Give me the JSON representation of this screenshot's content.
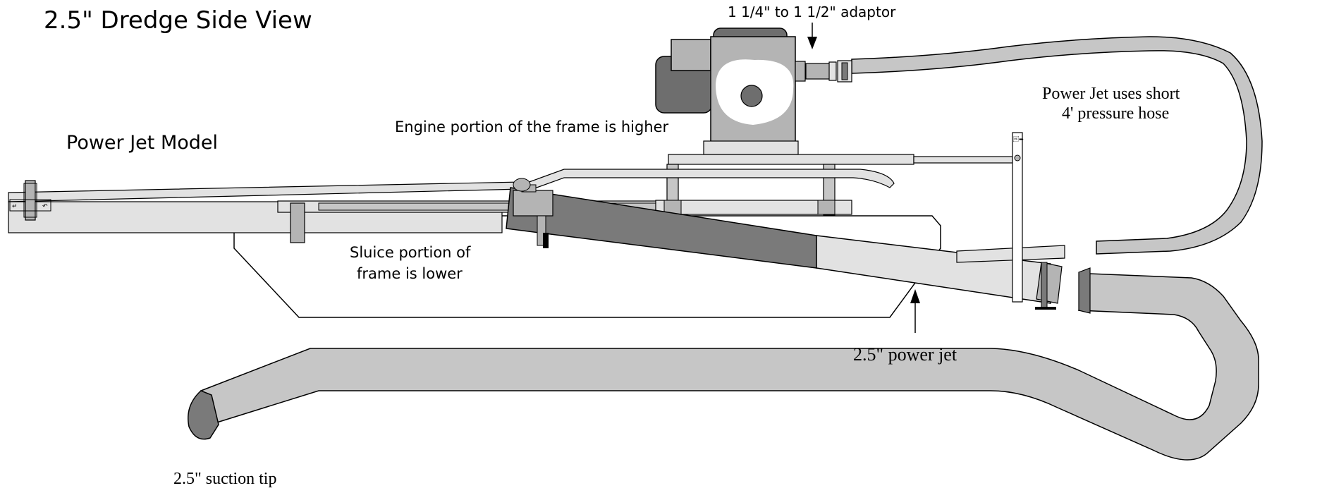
{
  "title": "2.5\" Dredge Side View",
  "model_label": "Power Jet Model",
  "callouts": {
    "adaptor": "1 1/4\" to 1 1/2\" adaptor",
    "engine_frame": "Engine portion of the frame is higher",
    "sluice_frame_line1": "Sluice portion of",
    "sluice_frame_line2": "frame is lower",
    "pressure_hose_line1": "Power Jet uses short",
    "pressure_hose_line2": "4' pressure hose",
    "power_jet": "2.5\" power jet",
    "suction_tip": "2.5\" suction tip"
  },
  "colors": {
    "outline": "#000000",
    "light_gray": "#e2e2e2",
    "mid_gray": "#b4b4b4",
    "hose_gray": "#c6c6c6",
    "dark_gray": "#7a7a7a",
    "engine_dark": "#6e6e6e"
  },
  "icons": [
    "down-arrow-icon",
    "up-arrow-icon"
  ]
}
